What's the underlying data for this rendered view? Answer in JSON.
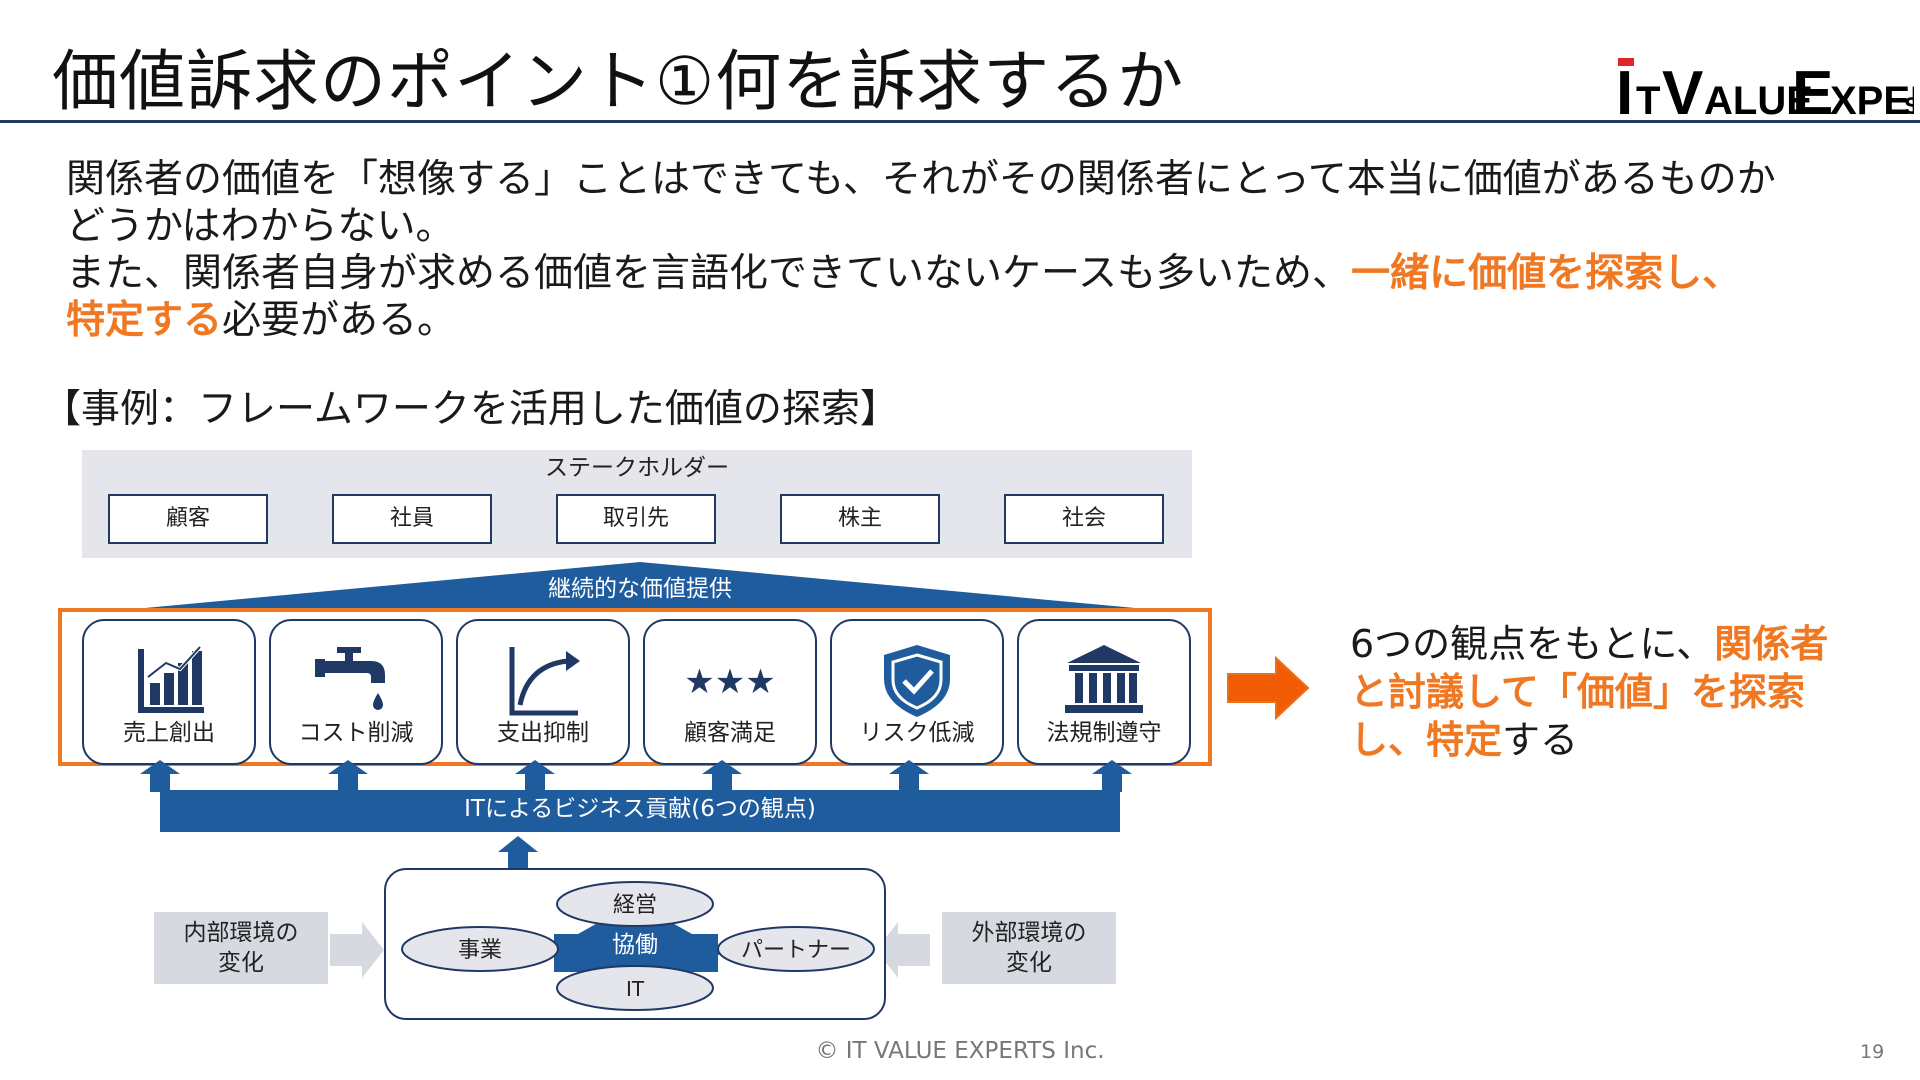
{
  "title": "価値訴求のポイント①何を訴求するか",
  "logo": {
    "text": "ITValueExperts"
  },
  "intro": {
    "line1": "関係者の価値を「想像する」ことはできても、それがその関係者にとって本当に価値があるものか",
    "line2": "どうかはわからない。",
    "line3_plain": "また、関係者自身が求める価値を言語化できていないケースも多いため、",
    "line3_highlight": "一緒に価値を探索し、",
    "line4_highlight": "特定する",
    "line4_plain": "必要がある。"
  },
  "example_label": "【事例：フレームワークを活用した価値の探索】",
  "diagram": {
    "stakeholders_title": "ステークホルダー",
    "stakeholders": [
      "顧客",
      "社員",
      "取引先",
      "株主",
      "社会"
    ],
    "roof_label": "継続的な価値提供",
    "perspectives": [
      {
        "label": "売上創出",
        "icon": "bar-chart-icon"
      },
      {
        "label": "コスト削減",
        "icon": "faucet-icon"
      },
      {
        "label": "支出抑制",
        "icon": "curve-arrow-icon"
      },
      {
        "label": "顧客満足",
        "icon": "stars-icon"
      },
      {
        "label": "リスク低減",
        "icon": "shield-check-icon"
      },
      {
        "label": "法規制遵守",
        "icon": "bank-icon"
      }
    ],
    "contribution_label": "ITによるビジネス貢献(6つの観点)",
    "hub": {
      "center": "協働",
      "top": "経営",
      "left": "事業",
      "right": "パートナー",
      "bottom": "IT"
    },
    "internal_env": [
      "内部環境の",
      "変化"
    ],
    "external_env": [
      "外部環境の",
      "変化"
    ]
  },
  "conclusion": {
    "line1_plain": "6つの観点をもとに、",
    "line1_highlight": "関係者",
    "line2_highlight": "と討議して「価値」を探索",
    "line3_highlight": "し、特定",
    "line3_plain": "する"
  },
  "footer": "© IT VALUE EXPERTS Inc.",
  "page_number": "19",
  "colors": {
    "navy": "#1f3864",
    "blue": "#1f5c9e",
    "orange": "#f07822",
    "gray_panel": "#e4e6eb"
  }
}
